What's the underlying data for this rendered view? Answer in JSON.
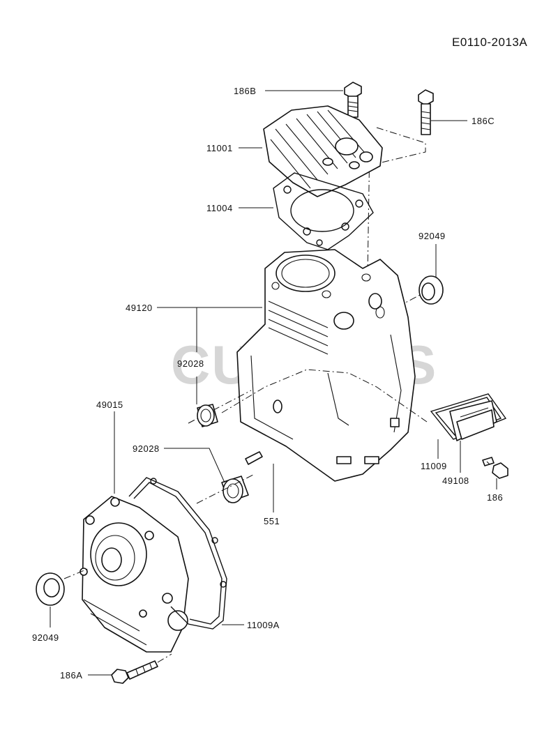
{
  "diagram_code": "E0110-2013A",
  "watermark": "CUTLERS",
  "parts": {
    "bolt_head": "186B",
    "bolt_head_long": "186C",
    "cylinder_head": "11001",
    "head_gasket": "11004",
    "oil_seal_right": "92049",
    "crankcase_cylinder": "49120",
    "bearing_upper": "92028",
    "crankcase_cover": "49015",
    "bearing_lower": "92028",
    "dowel_pin": "551",
    "cover_gasket_small": "11009",
    "breather_cover": "49108",
    "bolt_small": "186",
    "cover_gasket": "11009A",
    "oil_seal_left": "92049",
    "bolt_cover": "186A"
  }
}
